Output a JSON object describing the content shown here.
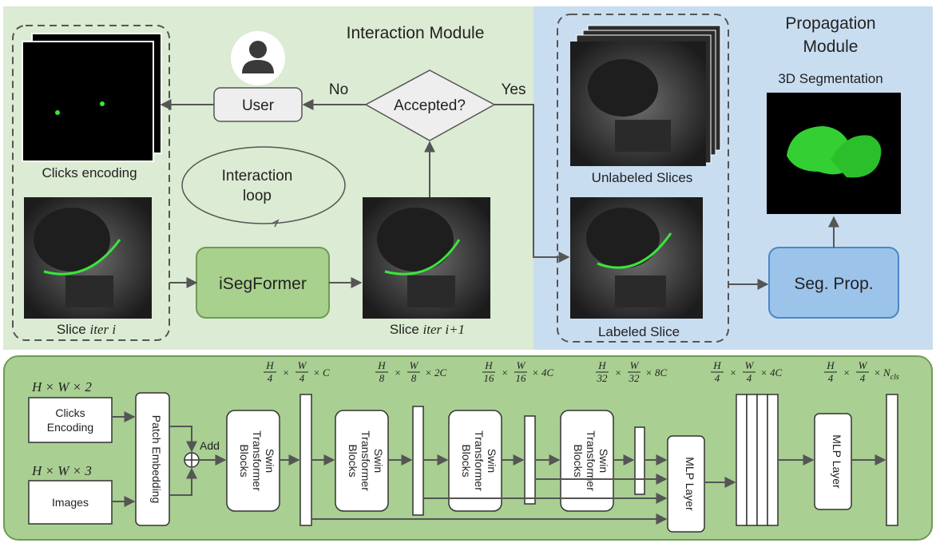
{
  "interaction": {
    "title": "Interaction Module",
    "clicks_caption": "Clicks encoding",
    "slice_caption": "Slice ",
    "slice_iter": "iter i",
    "user_label": "User",
    "decision_label": "Accepted?",
    "no_label": "No",
    "yes_label": "Yes",
    "loop_line1": "Interaction",
    "loop_line2": "loop",
    "model_label": "iSegFormer",
    "next_slice_caption": "Slice ",
    "next_slice_iter": "iter i+1"
  },
  "propagation": {
    "title_line1": "Propagation",
    "title_line2": "Module",
    "seg3d_caption": "3D Segmentation",
    "unlabeled_caption": "Unlabeled Slices",
    "labeled_caption": "Labeled Slice",
    "prop_label": "Seg. Prop."
  },
  "architecture": {
    "clicks_dim": "H × W × 2",
    "images_dim": "H × W × 3",
    "clicks_line1": "Clicks",
    "clicks_line2": "Encoding",
    "images_label": "Images",
    "patch_label": "Patch Embedding",
    "add_label": "Add",
    "swin_line1": "Swin",
    "swin_line2": "Transformer",
    "swin_line3": "Blocks",
    "mlp_label": "MLP Layer",
    "dims": [
      {
        "num": "H",
        "den": "4",
        "num2": "W",
        "den2": "4",
        "tail": "× C"
      },
      {
        "num": "H",
        "den": "8",
        "num2": "W",
        "den2": "8",
        "tail": "× 2C"
      },
      {
        "num": "H",
        "den": "16",
        "num2": "W",
        "den2": "16",
        "tail": "× 4C"
      },
      {
        "num": "H",
        "den": "32",
        "num2": "W",
        "den2": "32",
        "tail": "× 8C"
      },
      {
        "num": "H",
        "den": "4",
        "num2": "W",
        "den2": "4",
        "tail": "× 4C"
      },
      {
        "num": "H",
        "den": "4",
        "num2": "W",
        "den2": "4",
        "tail": "× N"
      }
    ],
    "ncls_sub": "cls"
  },
  "colors": {
    "interaction_bg": "#dcebd3",
    "propagation_bg": "#c9ddf1",
    "arch_bg": "#a9cf92",
    "model_fill": "#a9d18e",
    "prop_fill": "#9cc3ea",
    "seg_green": "#39e639"
  }
}
